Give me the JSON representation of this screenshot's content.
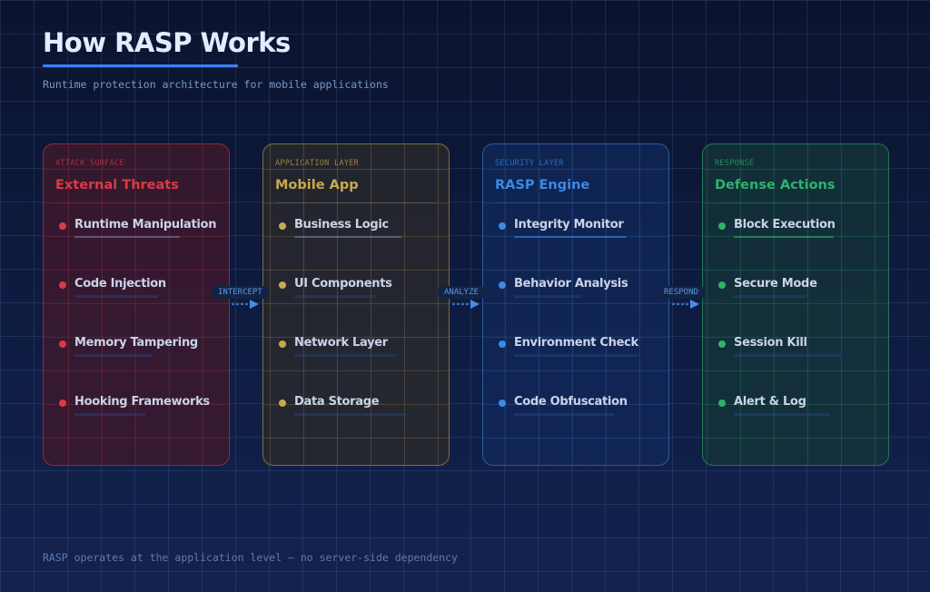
{
  "header": {
    "title": "How RASP Works",
    "subtitle": "Runtime protection architecture for mobile applications"
  },
  "cards": [
    {
      "layer": "ATTACK SURFACE",
      "title": "External Threats",
      "accent": "#dc3a45",
      "items": [
        "Runtime Manipulation",
        "Code Injection",
        "Memory Tampering",
        "Hooking Frameworks"
      ]
    },
    {
      "layer": "APPLICATION LAYER",
      "title": "Mobile App",
      "accent": "#c9a94e",
      "items": [
        "Business Logic",
        "UI Components",
        "Network Layer",
        "Data Storage"
      ]
    },
    {
      "layer": "SECURITY LAYER",
      "title": "RASP Engine",
      "accent": "#3b8ae6",
      "items": [
        "Integrity Monitor",
        "Behavior Analysis",
        "Environment Check",
        "Code Obfuscation"
      ]
    },
    {
      "layer": "RESPONSE",
      "title": "Defense Actions",
      "accent": "#2fb36a",
      "items": [
        "Block Execution",
        "Secure Mode",
        "Session Kill",
        "Alert & Log"
      ]
    }
  ],
  "connectors": [
    {
      "label": "INTERCEPT",
      "icon": "dashed-arrow-right-icon"
    },
    {
      "label": "ANALYZE",
      "icon": "dashed-arrow-right-icon"
    },
    {
      "label": "RESPOND",
      "icon": "dashed-arrow-right-icon"
    }
  ],
  "footer": {
    "note": "RASP operates at the application level — no server-side dependency"
  }
}
